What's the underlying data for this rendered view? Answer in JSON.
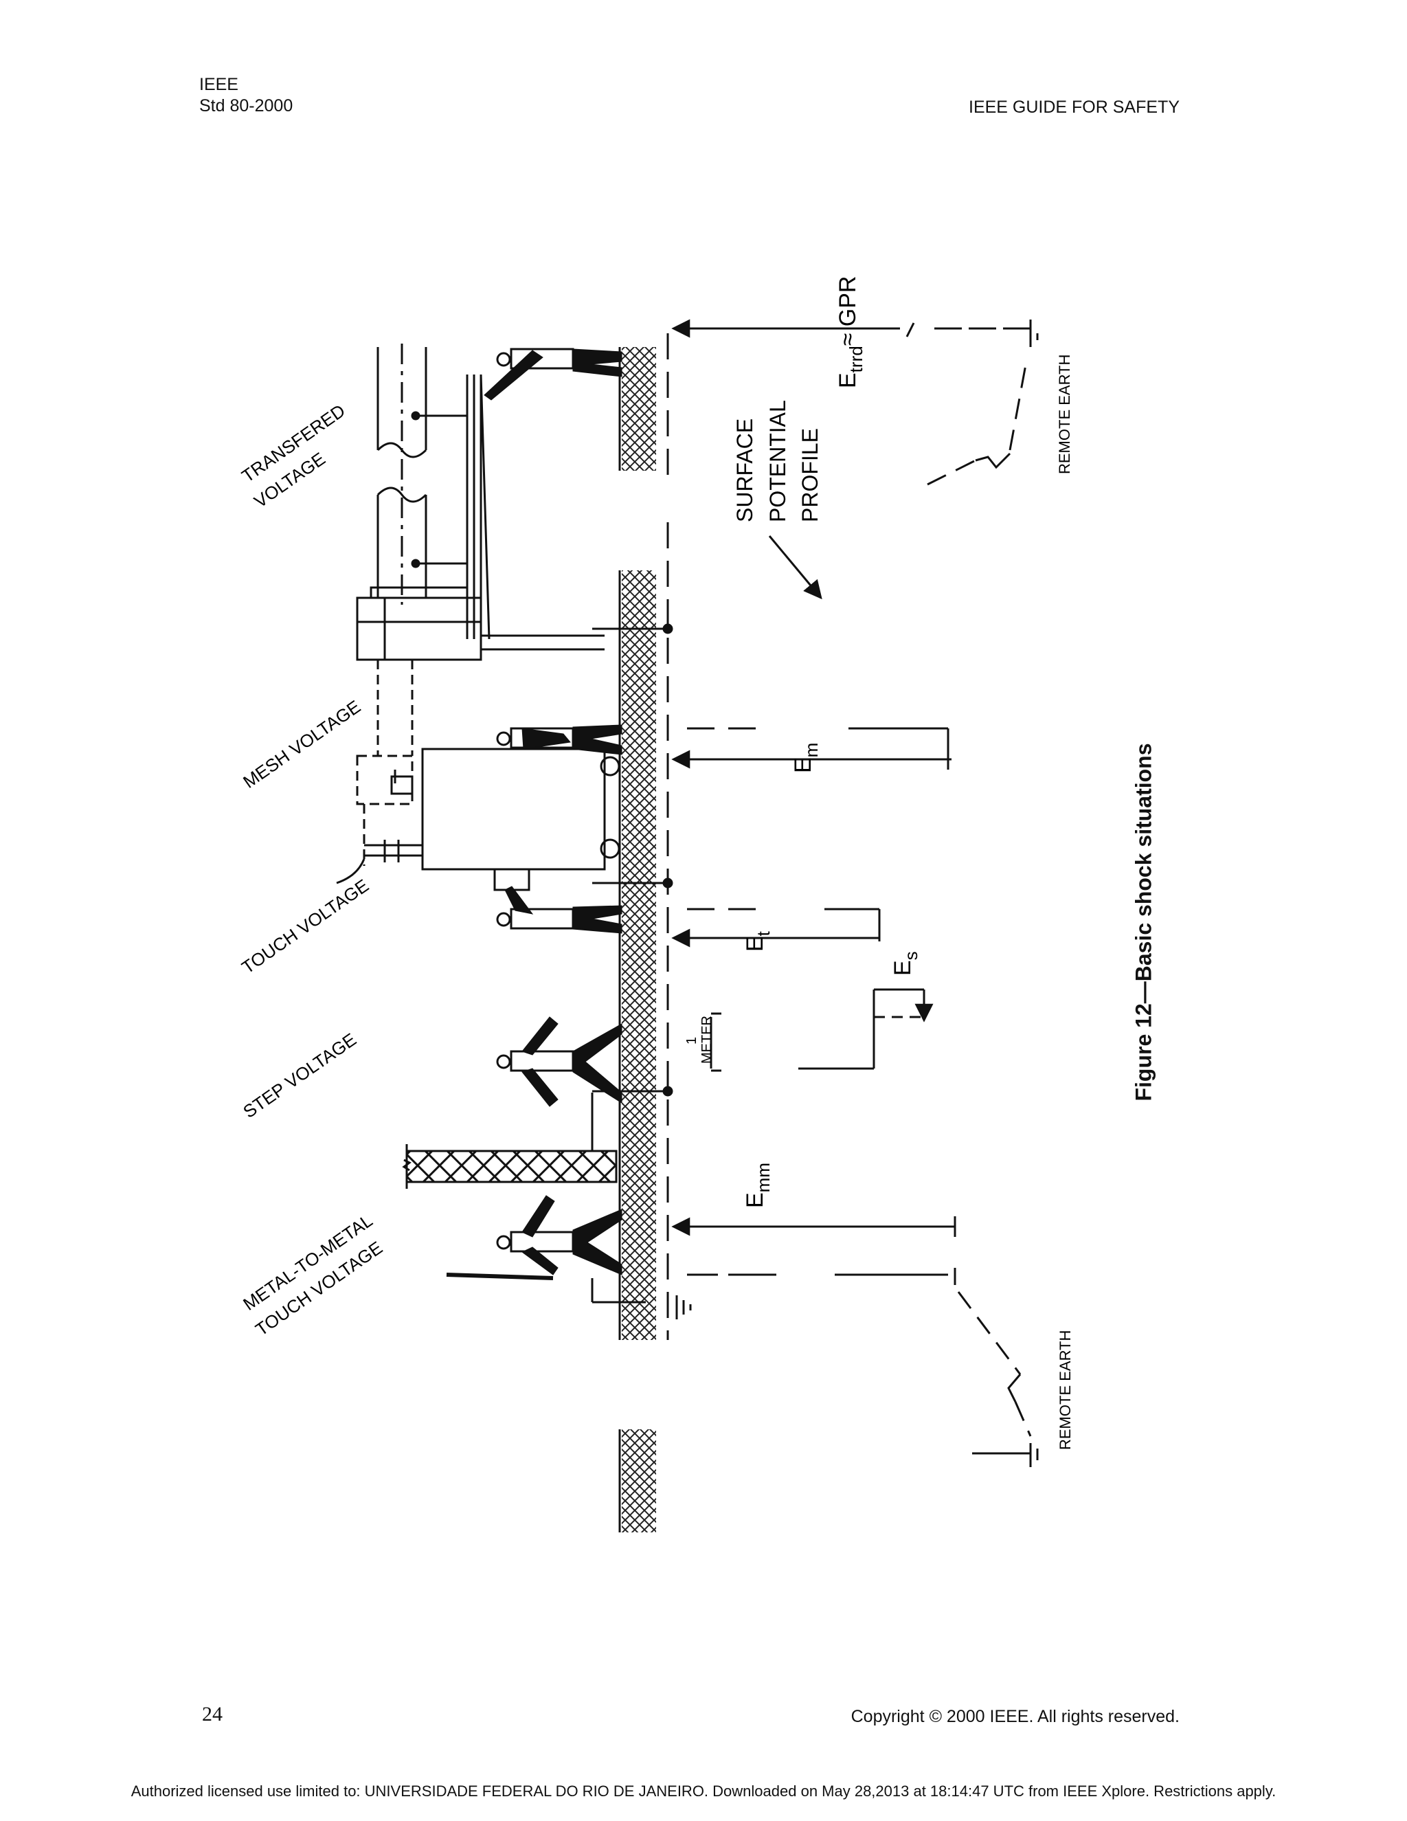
{
  "header": {
    "org": "IEEE",
    "std": "Std 80-2000",
    "title": "IEEE GUIDE FOR SAFETY"
  },
  "figure": {
    "caption": "Figure 12—Basic shock situations",
    "labels": {
      "transfered_line1": "TRANSFERED",
      "transfered_line2": "VOLTAGE",
      "mesh": "MESH VOLTAGE",
      "touch": "TOUCH VOLTAGE",
      "step": "STEP VOLTAGE",
      "mtm_line1": "METAL-TO-METAL",
      "mtm_line2": "TOUCH VOLTAGE",
      "surface_line1": "SURFACE",
      "surface_line2": "POTENTIAL",
      "surface_line3": "PROFILE",
      "remote_earth_top": "REMOTE EARTH",
      "remote_earth_bottom": "REMOTE EARTH",
      "meter_line1": "1",
      "meter_line2": "METER"
    },
    "symbols": {
      "etrrd": "E",
      "etrrd_sub": "trrd",
      "etrrd_rest": "≈ GPR",
      "em": "E",
      "em_sub": "m",
      "et": "E",
      "et_sub": "t",
      "es": "E",
      "es_sub": "s",
      "emm": "E",
      "emm_sub": "mm"
    }
  },
  "footer": {
    "page": "24",
    "copyright": "Copyright © 2000 IEEE. All rights reserved.",
    "license": "Authorized licensed use limited to: UNIVERSIDADE FEDERAL DO RIO DE JANEIRO. Downloaded on May 28,2013 at 18:14:47 UTC from IEEE Xplore.  Restrictions apply."
  }
}
